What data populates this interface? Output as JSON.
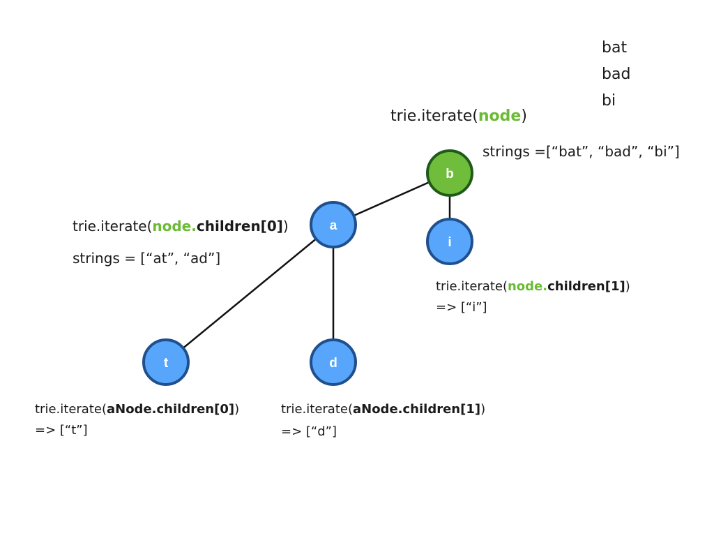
{
  "word_list": [
    "bat",
    "bad",
    "bi"
  ],
  "colors": {
    "node_blue": "#57a6fb",
    "node_blue_border": "#1f4f8c",
    "node_green": "#70bd3c",
    "node_green_border": "#1f5a1a",
    "highlight_text": "#6aba35"
  },
  "nodes": {
    "b": "b",
    "a": "a",
    "i": "i",
    "t": "t",
    "d": "d"
  },
  "annotations": {
    "root": {
      "call_prefix": "trie.iterate(",
      "call_arg": "node",
      "call_suffix": ")",
      "result": "strings =[“bat”, “bad”, “bi”]"
    },
    "a": {
      "call_prefix": "trie.iterate(",
      "call_arg_green": "node.",
      "call_arg_bold": "children[0]",
      "call_suffix": ")",
      "result": "strings = [“at”, “ad”]"
    },
    "i": {
      "call_prefix": "trie.iterate(",
      "call_arg_green": "node.",
      "call_arg_bold": "children[1]",
      "call_suffix": ")",
      "result": "=> [“i”]"
    },
    "t": {
      "call_prefix": "trie.iterate(",
      "call_arg_bold": "aNode.children[0]",
      "call_suffix": ")",
      "result": "=> [“t”]"
    },
    "d": {
      "call_prefix": "trie.iterate(",
      "call_arg_bold": "aNode.children[1]",
      "call_suffix": ")",
      "result": "=> [“d”]"
    }
  }
}
